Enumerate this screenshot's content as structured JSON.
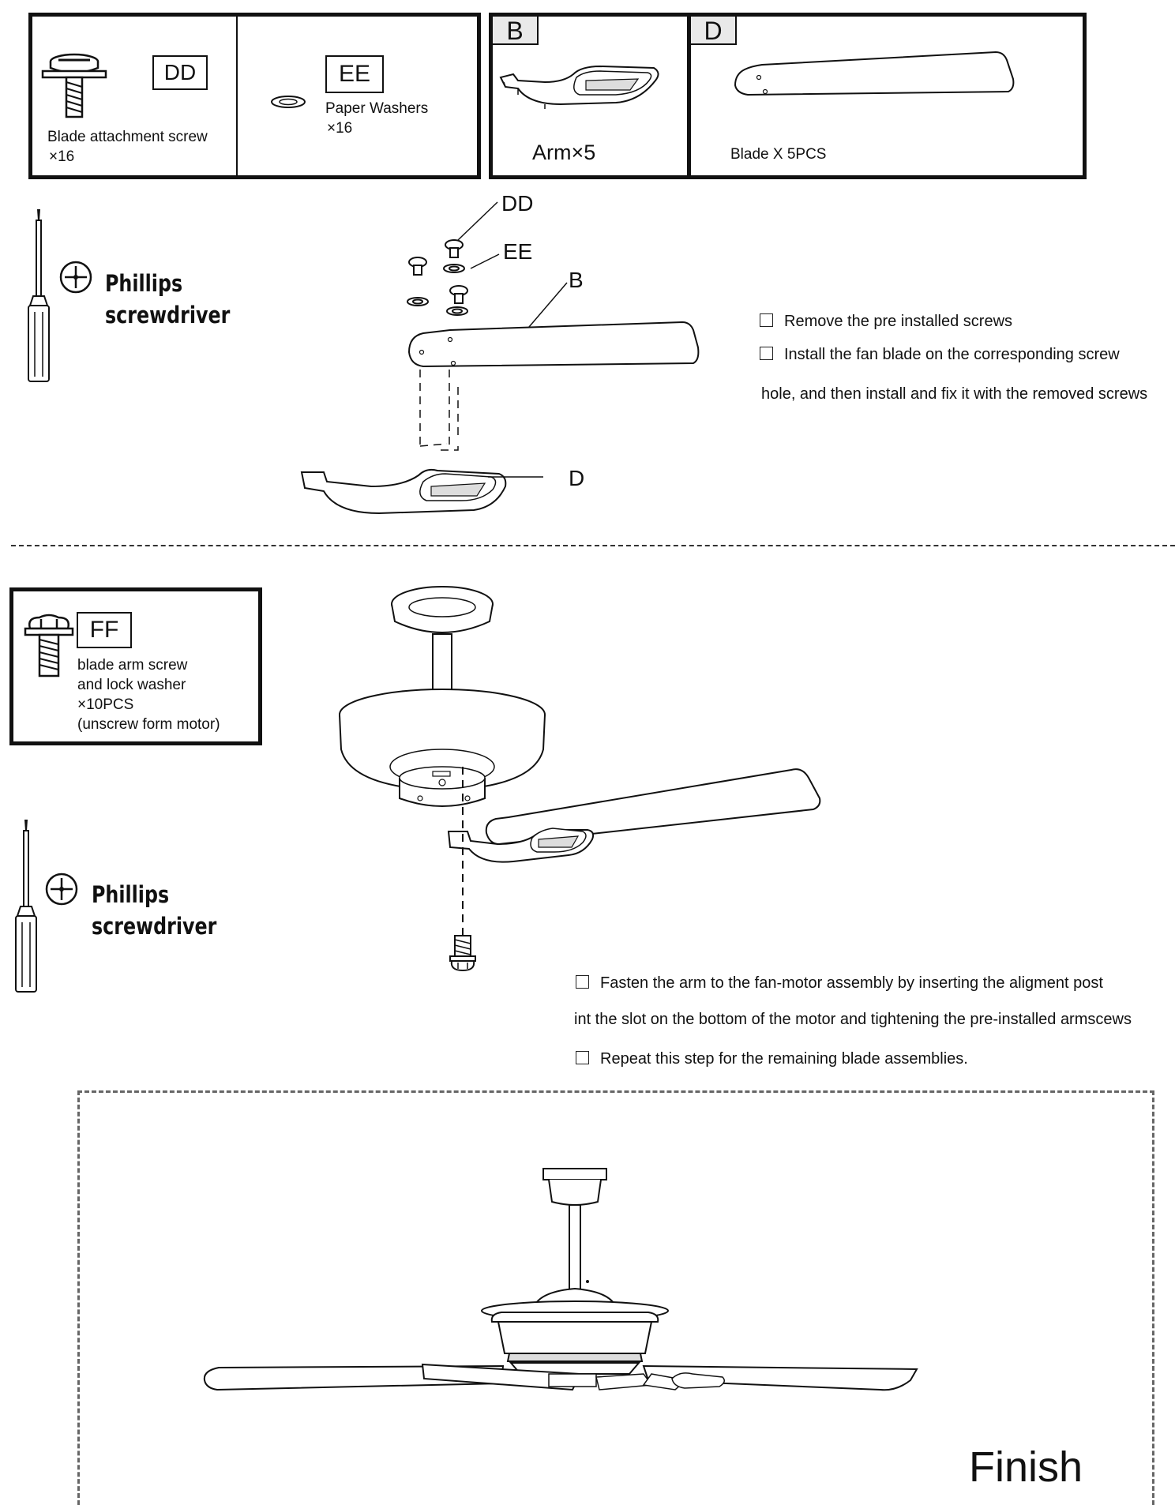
{
  "parts_box_left": {
    "dd_code": "DD",
    "dd_label_line1": "Blade attachment screw",
    "dd_label_line2": "×16",
    "ee_code": "EE",
    "ee_label_line1": "Paper Washers",
    "ee_label_line2": "×16"
  },
  "parts_box_right": {
    "arm_tag": "B",
    "arm_label": "Arm×5",
    "blade_tag": "D",
    "blade_label": "Blade X 5PCS"
  },
  "step1": {
    "tool_line1": "Phillips",
    "tool_line2": "screwdriver",
    "callout_dd": "DD",
    "callout_ee": "EE",
    "callout_b": "B",
    "callout_d": "D",
    "instruction1": "Remove the pre installed screws",
    "instruction2_line1": "Install the fan blade on the corresponding screw",
    "instruction2_line2": "hole, and then install and fix it with the removed screws"
  },
  "step2": {
    "ff_code": "FF",
    "ff_label_line1": "blade arm screw",
    "ff_label_line2": "and lock washer",
    "ff_label_line3": "×10PCS",
    "ff_label_line4": "(unscrew form motor)",
    "tool_line1": "Phillips",
    "tool_line2": "screwdriver",
    "instruction1_line1": "Fasten the arm to the fan-motor assembly by inserting the aligment post",
    "instruction1_line2": "int the slot on the bottom of the motor and tightening  the pre-installed armscews",
    "instruction2": "Repeat this step for the remaining blade assemblies."
  },
  "finish": {
    "label": "Finish"
  }
}
